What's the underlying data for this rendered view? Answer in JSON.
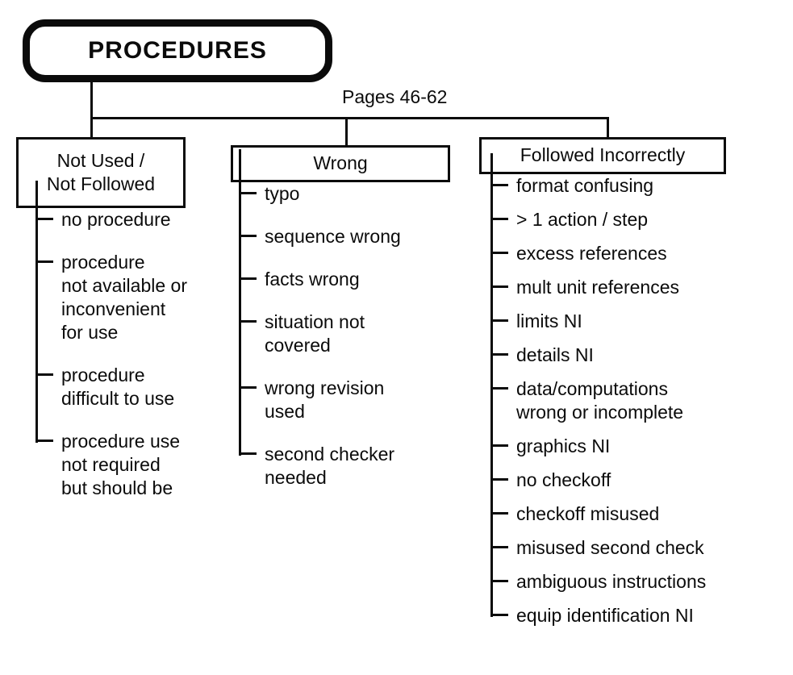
{
  "diagram": {
    "root": {
      "label": "PROCEDURES"
    },
    "pages_label": "Pages 46-62",
    "branches": [
      {
        "title": "Not Used /\nNot Followed",
        "items": [
          "no procedure",
          "procedure\nnot available or\ninconvenient\nfor use",
          "procedure\ndifficult to use",
          "procedure use\nnot required\nbut should be"
        ]
      },
      {
        "title": "Wrong",
        "items": [
          "typo",
          "sequence wrong",
          "facts wrong",
          "situation not\ncovered",
          "wrong revision\nused",
          "second checker\nneeded"
        ]
      },
      {
        "title": "Followed Incorrectly",
        "items": [
          "format confusing",
          "> 1 action / step",
          "excess references",
          "mult unit references",
          "limits NI",
          "details NI",
          "data/computations\nwrong or incomplete",
          "graphics NI",
          "no checkoff",
          "checkoff misused",
          "misused second check",
          "ambiguous instructions",
          "equip identification NI"
        ]
      }
    ],
    "colors": {
      "line": "#0b0b0b",
      "text": "#0b0b0b",
      "background": "#ffffff"
    }
  }
}
